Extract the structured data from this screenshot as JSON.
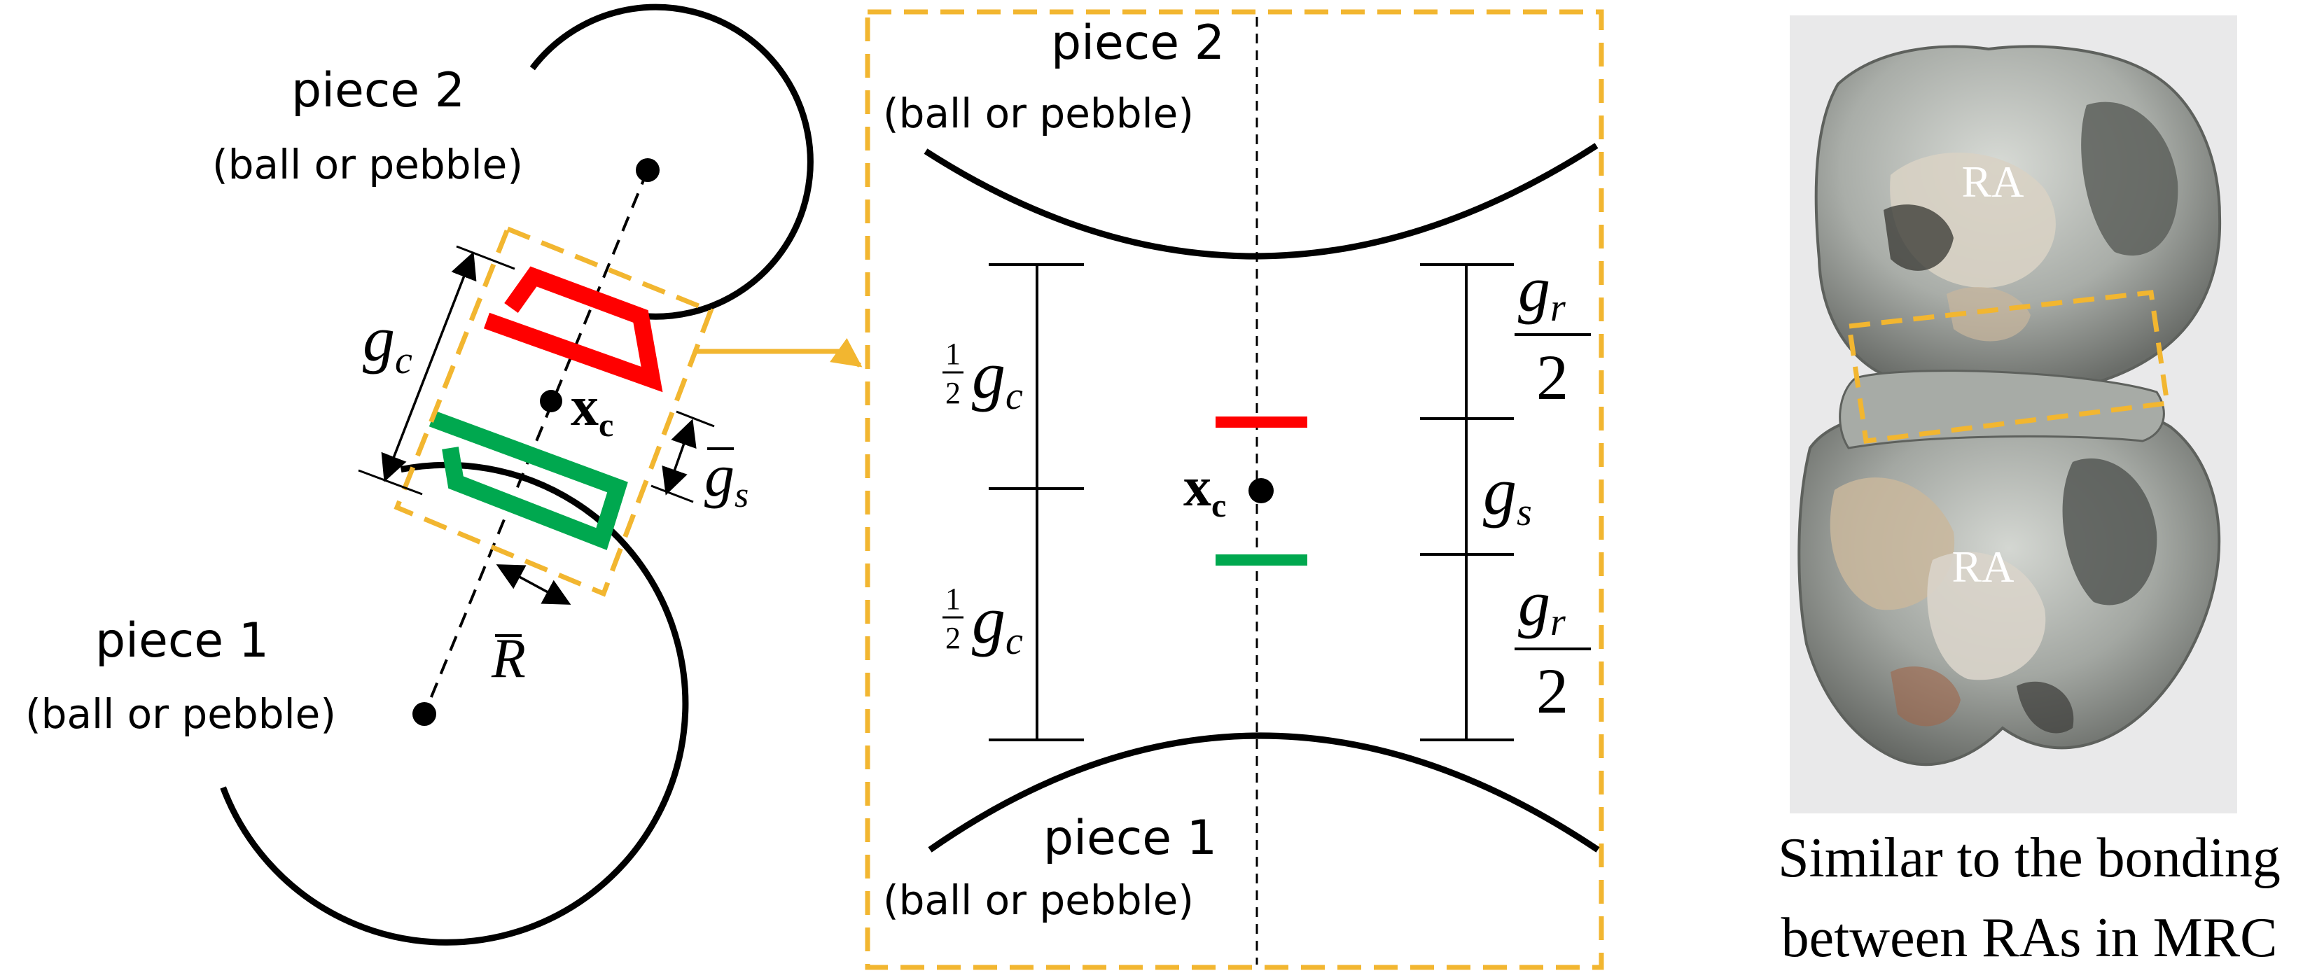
{
  "colors": {
    "ink": "#000000",
    "frame": "#f2b630",
    "contact_top": "#ff0000",
    "contact_bottom": "#00a84f",
    "rock_light": "#c9ccc7",
    "rock_mid": "#a6aaa5",
    "rock_dark": "#6f726e",
    "rock_shadow": "#3a3a38",
    "rock_tan": "#c9b79c",
    "rock_rust": "#a0664a"
  },
  "left_panel": {
    "piece2_title": "piece 2",
    "piece2_subtitle": "(ball or pebble)",
    "piece1_title": "piece 1",
    "piece1_subtitle": "(ball or pebble)",
    "gc_letter": "g",
    "gc_sub": "c",
    "xc_letter": "x",
    "xc_sub": "c",
    "gs_letter": "g",
    "gs_sub": "s",
    "R_letter": "R"
  },
  "middle_panel": {
    "piece2_title": "piece 2",
    "piece2_subtitle": "(ball or pebble)",
    "piece1_title": "piece 1",
    "piece1_subtitle": "(ball or pebble)",
    "half_num": "1",
    "half_den": "2",
    "gc_letter": "g",
    "gc_sub": "c",
    "xc_letter": "x",
    "xc_sub": "c",
    "gr_letter": "g",
    "gr_sub": "r",
    "two": "2",
    "gs_letter": "g",
    "gs_sub": "s"
  },
  "right_panel": {
    "ra_top": "RA",
    "ra_bottom": "RA",
    "caption_line1": "Similar to the bonding",
    "caption_line2": "between RAs in MRC",
    "photo_icon": "rock-photo-icon"
  }
}
